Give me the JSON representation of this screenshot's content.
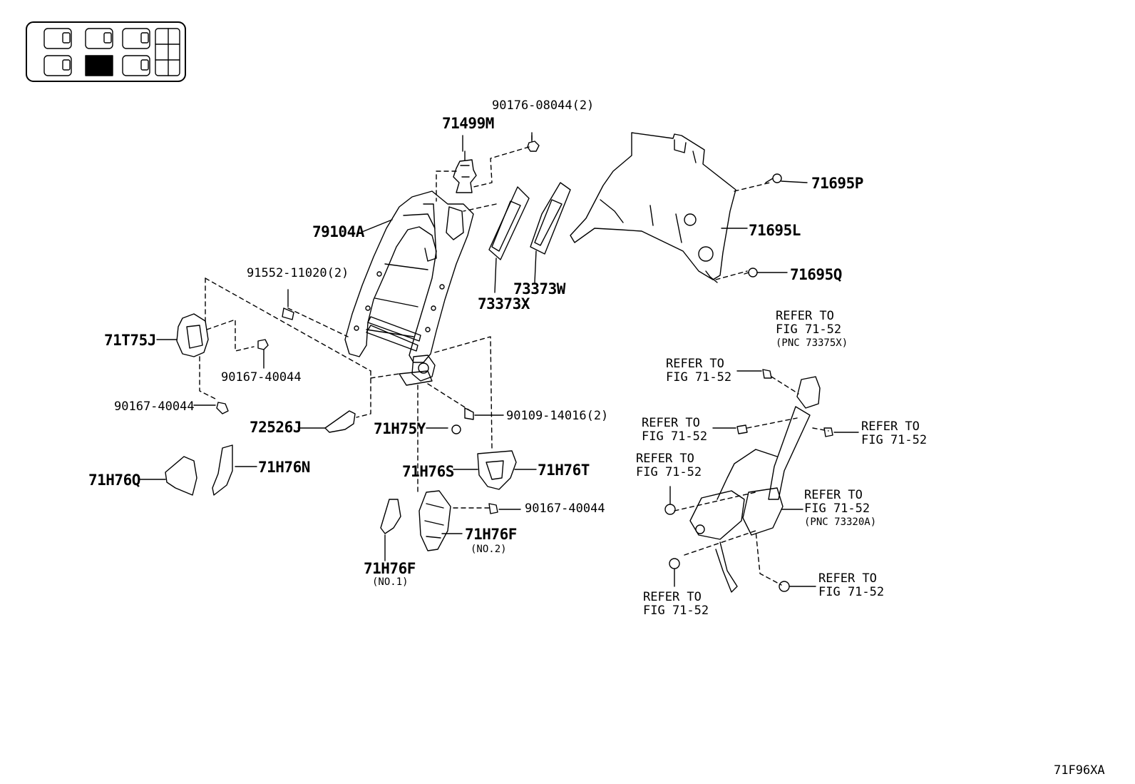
{
  "locator": {
    "highlighted_cell": "rear-left"
  },
  "parts": [
    {
      "id": "90176-08044",
      "qty": "(2)"
    },
    {
      "id": "71499M"
    },
    {
      "id": "79104A"
    },
    {
      "id": "91552-11020",
      "qty": "(2)"
    },
    {
      "id": "71T75J"
    },
    {
      "id": "90167-40044-a"
    },
    {
      "id": "90167-40044-b"
    },
    {
      "id": "72526J"
    },
    {
      "id": "71H75Y"
    },
    {
      "id": "90109-14016",
      "qty": "(2)"
    },
    {
      "id": "71H76S"
    },
    {
      "id": "71H76T"
    },
    {
      "id": "71H76Q"
    },
    {
      "id": "71H76N"
    },
    {
      "id": "90167-40044-c"
    },
    {
      "id": "71H76F-no2"
    },
    {
      "id": "71H76F-no1"
    },
    {
      "id": "73373X"
    },
    {
      "id": "73373W"
    },
    {
      "id": "71695P"
    },
    {
      "id": "71695L"
    },
    {
      "id": "71695Q"
    }
  ],
  "labels": {
    "p_90176_08044": "90176-08044(2)",
    "p_71499M": "71499M",
    "p_79104A": "79104A",
    "p_91552_11020": "91552-11020(2)",
    "p_71T75J": "71T75J",
    "p_90167_40044_a": "90167-40044",
    "p_90167_40044_b": "90167-40044",
    "p_72526J": "72526J",
    "p_71H75Y": "71H75Y",
    "p_90109_14016": "90109-14016(2)",
    "p_71H76S": "71H76S",
    "p_71H76T": "71H76T",
    "p_71H76Q": "71H76Q",
    "p_71H76N": "71H76N",
    "p_90167_40044_c": "90167-40044",
    "p_71H76F_2": "71H76F",
    "p_71H76F_2_note": "(NO.2)",
    "p_71H76F_1": "71H76F",
    "p_71H76F_1_note": "(NO.1)",
    "p_73373X": "73373X",
    "p_73373W": "73373W",
    "p_71695P": "71695P",
    "p_71695L": "71695L",
    "p_71695Q": "71695Q"
  },
  "refs": {
    "refer": "REFER TO",
    "fig": "FIG 71-52",
    "pnc_73375X": "(PNC 73375X)",
    "pnc_73320A": "(PNC 73320A)"
  },
  "figure_code": "71F96XA"
}
